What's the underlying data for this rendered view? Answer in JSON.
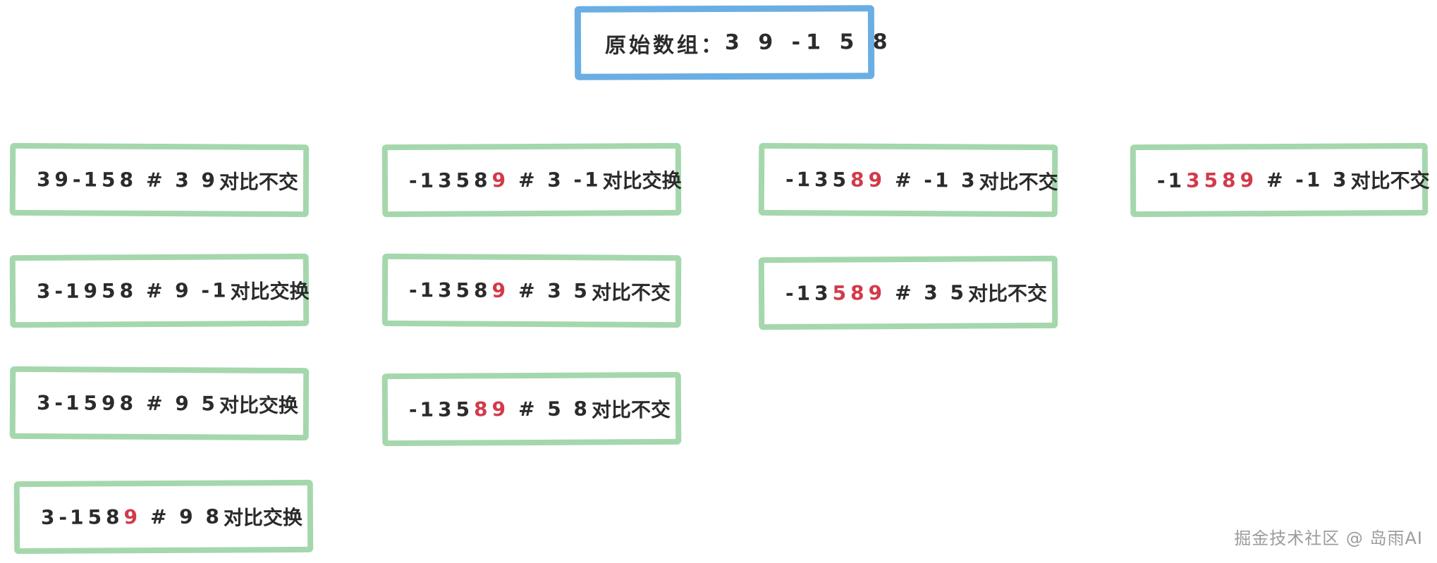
{
  "title": {
    "label": "原始数组：",
    "array": "3 9 -1 5 8"
  },
  "steps": [
    {
      "tokens": [
        {
          "t": "3"
        },
        {
          "t": "9"
        },
        {
          "t": "-1"
        },
        {
          "t": "5"
        },
        {
          "t": "8"
        }
      ],
      "compare": "# 3 9",
      "action": "对比不交"
    },
    {
      "tokens": [
        {
          "t": "3"
        },
        {
          "t": "-1"
        },
        {
          "t": "9"
        },
        {
          "t": "5"
        },
        {
          "t": "8"
        }
      ],
      "compare": "# 9 -1",
      "action": "对比交换"
    },
    {
      "tokens": [
        {
          "t": "3"
        },
        {
          "t": "-1"
        },
        {
          "t": "5"
        },
        {
          "t": "9"
        },
        {
          "t": "8"
        }
      ],
      "compare": "# 9 5",
      "action": "对比交换"
    },
    {
      "tokens": [
        {
          "t": "3"
        },
        {
          "t": "-1"
        },
        {
          "t": "5"
        },
        {
          "t": "8"
        },
        {
          "t": "9",
          "hl": true
        }
      ],
      "compare": "# 9 8",
      "action": "对比交换"
    },
    {
      "tokens": [
        {
          "t": "-1"
        },
        {
          "t": "3"
        },
        {
          "t": "5"
        },
        {
          "t": "8"
        },
        {
          "t": "9",
          "hl": true
        }
      ],
      "compare": "# 3 -1",
      "action": "对比交换"
    },
    {
      "tokens": [
        {
          "t": "-1"
        },
        {
          "t": "3"
        },
        {
          "t": "5"
        },
        {
          "t": "8"
        },
        {
          "t": "9",
          "hl": true
        }
      ],
      "compare": "# 3 5",
      "action": "对比不交"
    },
    {
      "tokens": [
        {
          "t": "-1"
        },
        {
          "t": "3"
        },
        {
          "t": "5"
        },
        {
          "t": "8",
          "hl": true
        },
        {
          "t": "9",
          "hl": true
        }
      ],
      "compare": "# 5 8",
      "action": "对比不交"
    },
    {
      "tokens": [
        {
          "t": "-1"
        },
        {
          "t": "3"
        },
        {
          "t": "5"
        },
        {
          "t": "8",
          "hl": true
        },
        {
          "t": "9",
          "hl": true
        }
      ],
      "compare": "# -1 3",
      "action": "对比不交"
    },
    {
      "tokens": [
        {
          "t": "-1"
        },
        {
          "t": "3"
        },
        {
          "t": "5",
          "hl": true
        },
        {
          "t": "8",
          "hl": true
        },
        {
          "t": "9",
          "hl": true
        }
      ],
      "compare": "# 3 5",
      "action": "对比不交"
    },
    {
      "tokens": [
        {
          "t": "-1"
        },
        {
          "t": "3",
          "hl": true
        },
        {
          "t": "5",
          "hl": true
        },
        {
          "t": "8",
          "hl": true
        },
        {
          "t": "9",
          "hl": true
        }
      ],
      "compare": "# -1 3",
      "action": "对比不交"
    }
  ],
  "watermark": "掘金技术社区 @ 岛雨AI",
  "colors": {
    "title_border": "#6aaee3",
    "step_border": "#a5d7ad",
    "highlight": "#d33a4a",
    "text": "#2b2b2b"
  }
}
